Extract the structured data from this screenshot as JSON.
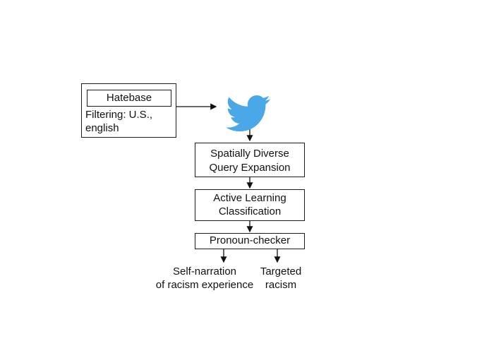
{
  "source_box": {
    "inner_label": "Hatebase",
    "filter_line1": "Filtering: U.S.,",
    "filter_line2": "english"
  },
  "twitter": {
    "icon": "twitter-bird-icon",
    "color": "#4aa8e8"
  },
  "steps": [
    {
      "line1": "Spatially Diverse",
      "line2": "Query Expansion"
    },
    {
      "line1": "Active Learning",
      "line2": "Classification"
    },
    {
      "line1": "Pronoun-checker"
    }
  ],
  "outputs": {
    "left": {
      "line1": "Self-narration",
      "line2": "of racism experience"
    },
    "right": {
      "line1": "Targeted",
      "line2": "racism"
    }
  }
}
